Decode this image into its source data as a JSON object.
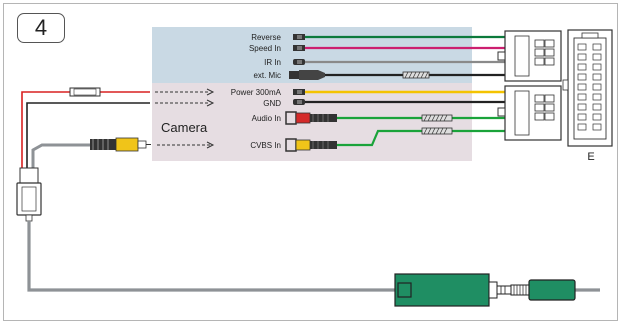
{
  "step_number": "4",
  "labels": {
    "reverse": "Reverse",
    "speed_in": "Speed In",
    "ir_in": "IR In",
    "ext_mic": "ext. Mic",
    "power": "Power 300mA",
    "gnd": "GND",
    "audio_in": "Audio In",
    "cvbs_in": "CVBS In",
    "camera": "Camera",
    "connector_e": "E"
  },
  "colors": {
    "shade_top": "#c9d9e4",
    "shade_bottom": "#e6dde2",
    "reverse_wire": "#0c7a3c",
    "speed_wire": "#cc1f6f",
    "ir_wire": "#8a8a8a",
    "mic_wire": "#222222",
    "power_wire": "#f4c300",
    "gnd_wire": "#222222",
    "audio_wire": "#1aa33a",
    "cvbs_wire": "#1aa33a",
    "red_wire": "#d92020",
    "module_green": "#1f8e63",
    "rca_red": "#d42a2a",
    "rca_yellow": "#f0c419",
    "gray_cable": "#8e9296"
  }
}
